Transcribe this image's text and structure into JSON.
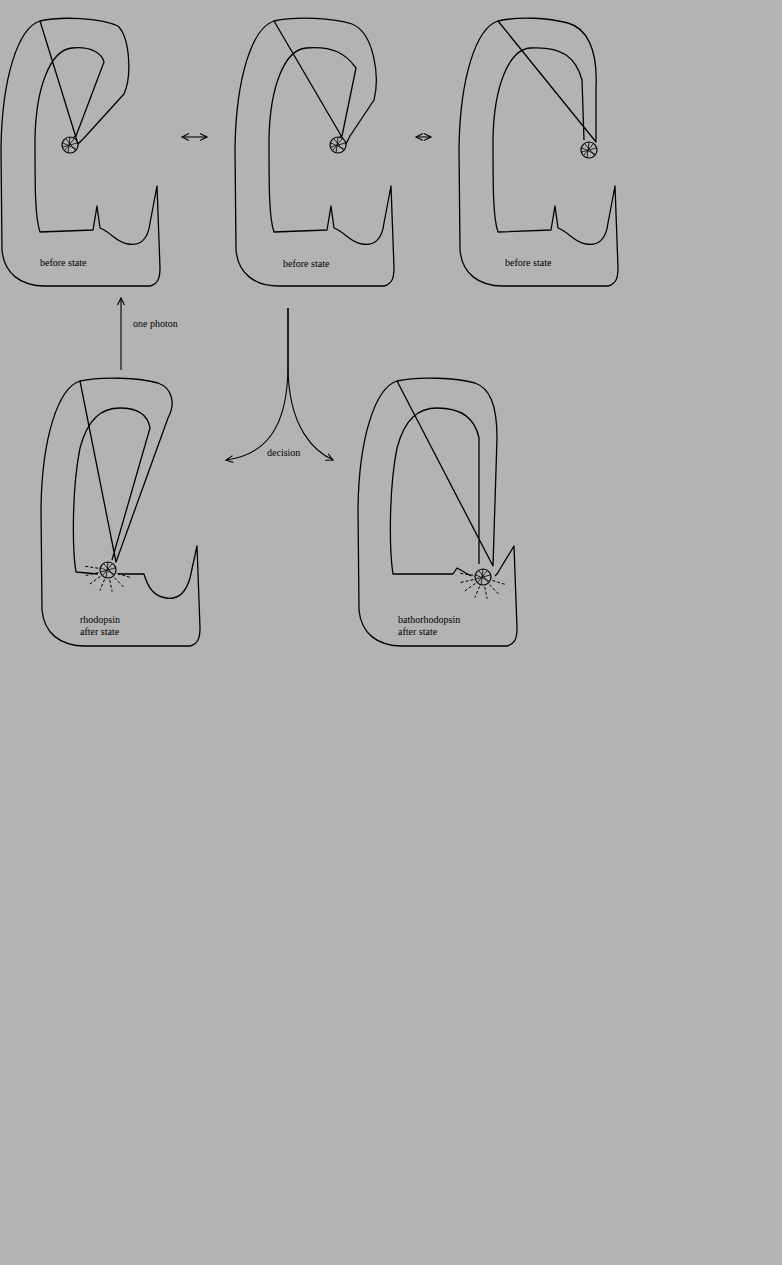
{
  "diagram": {
    "nodes": [
      {
        "text": [
          "before state"
        ]
      },
      {
        "text": [
          "before state"
        ]
      },
      {
        "text": [
          "before state"
        ]
      },
      {
        "text": [
          "rhodopsin after state"
        ]
      },
      {
        "text": [
          "bathorhodopsin after state"
        ]
      }
    ],
    "edges": [
      {
        "from": 0,
        "to": 1,
        "arrow": "both"
      },
      {
        "from": 1,
        "to": 2,
        "arrow": "both"
      },
      {
        "from": 3,
        "to": 0,
        "arrow": "to",
        "label": "one photon"
      },
      {
        "from": 1,
        "to": 3,
        "arrow": "to",
        "label": "decision"
      },
      {
        "from": 1,
        "to": 4,
        "arrow": "to"
      }
    ]
  }
}
